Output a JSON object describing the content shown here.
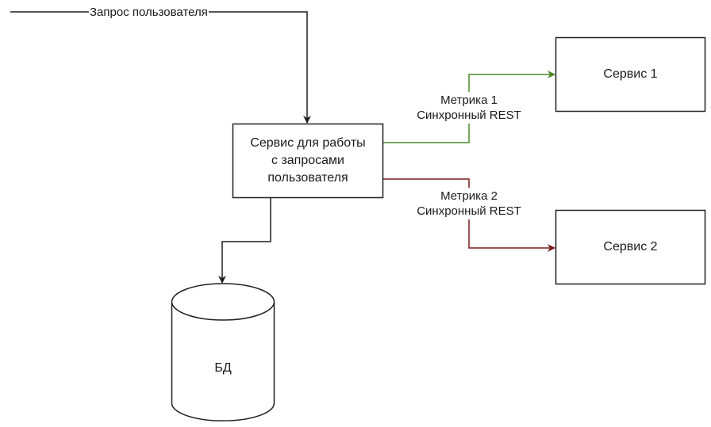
{
  "diagram": {
    "colors": {
      "default_stroke": "#1f1f1f",
      "metric1_edge": "#4a8a25",
      "metric2_edge": "#7d1b1b"
    },
    "nodes": {
      "main_service": {
        "label_lines": [
          "Сервис для работы",
          "с запросами",
          "пользователя"
        ]
      },
      "service1": {
        "label": "Сервис 1"
      },
      "service2": {
        "label": "Сервис 2"
      },
      "database": {
        "label": "БД"
      }
    },
    "edges": {
      "user_request": {
        "label": "Запрос пользователя"
      },
      "metric1": {
        "label_lines": [
          "Метрика 1",
          "Синхронный REST"
        ]
      },
      "metric2": {
        "label_lines": [
          "Метрика 2",
          "Синхронный REST"
        ]
      },
      "to_database": {
        "label": ""
      }
    }
  }
}
